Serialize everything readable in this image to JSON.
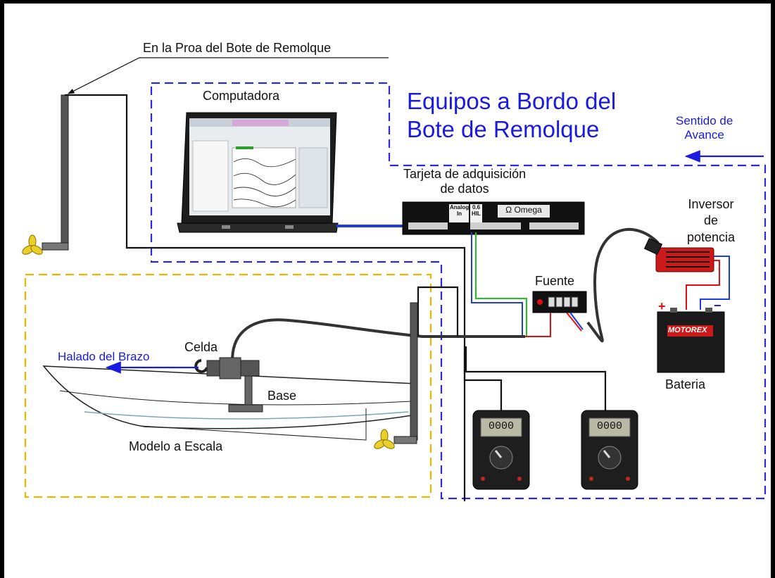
{
  "labels": {
    "proa": "En la Proa del Bote de Remolque",
    "computadora": "Computadora",
    "equipos_line1": "Equipos a Bordo del",
    "equipos_line2": "Bote de Remolque",
    "sentido_line1": "Sentido de",
    "sentido_line2": "Avance",
    "tarjeta_line1": "Tarjeta de adquisición",
    "tarjeta_line2": "de datos",
    "inversor_line1": "Inversor",
    "inversor_line2": "de",
    "inversor_line3": "potencia",
    "fuente": "Fuente",
    "celda": "Celda",
    "halado": "Halado del Brazo",
    "base": "Base",
    "modelo": "Modelo a Escala",
    "bateria": "Bateria"
  },
  "device_text": {
    "daq_analog_1": "Analog",
    "daq_analog_2": "In",
    "daq_hil_1": "0.6",
    "daq_hil_2": "HIL",
    "daq_brand": "Ω Omega",
    "battery_brand": "MOTOREX",
    "plus": "+",
    "minus": "−",
    "meter1_display": "0000",
    "meter2_display": "0000"
  },
  "colors": {
    "accent_blue": "#1a1ae0",
    "onboard_box": "#2b2bd9",
    "model_box": "#f2b400",
    "cable_blue": "#1e3ce6",
    "wire_red": "#e01010",
    "wire_green": "#22c022",
    "propeller": "#e8cf2a"
  }
}
